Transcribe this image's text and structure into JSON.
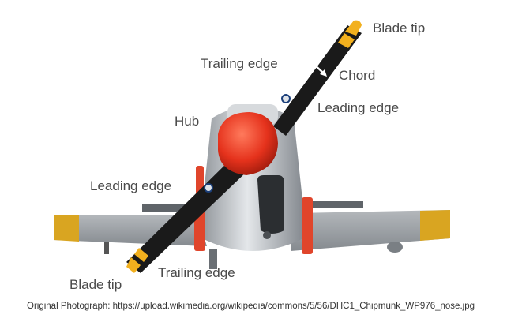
{
  "labels": {
    "blade_tip_top": "Blade tip",
    "trailing_edge_top": "Trailing edge",
    "chord": "Chord",
    "leading_edge_right": "Leading edge",
    "hub": "Hub",
    "leading_edge_left": "Leading edge",
    "blade_tip_bottom": "Blade tip",
    "trailing_edge_bottom": "Trailing edge"
  },
  "caption": "Original Photograph: https://upload.wikimedia.org/wikipedia/commons/5/56/DHC1_Chipmunk_WP976_nose.jpg",
  "colors": {
    "spinner": "#e5321c",
    "blade": "#1a1a1a",
    "tip_yellow": "#f2b01e",
    "wing_tip": "#d9a521",
    "fuselage": "#c8ccd0",
    "wing": "#9ea3a8",
    "strap": "#e0452b"
  }
}
